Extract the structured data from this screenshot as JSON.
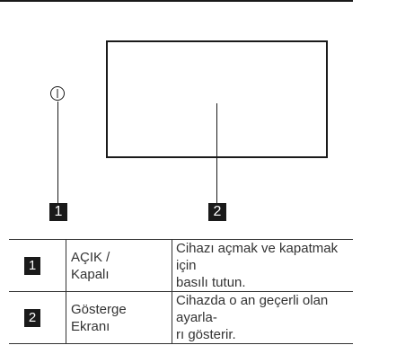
{
  "figure": {
    "callouts": [
      "1",
      "2"
    ],
    "icons": {
      "power": "power-symbol-icon"
    }
  },
  "legend": {
    "rows": [
      {
        "number": "1",
        "name": "AÇIK /\nKapalı",
        "description": "Cihazı açmak ve kapatmak için\nbasılı tutun."
      },
      {
        "number": "2",
        "name": "Gösterge\nEkranı",
        "description": "Cihazda o an geçerli olan ayarla-\nrı gösterir."
      }
    ]
  }
}
